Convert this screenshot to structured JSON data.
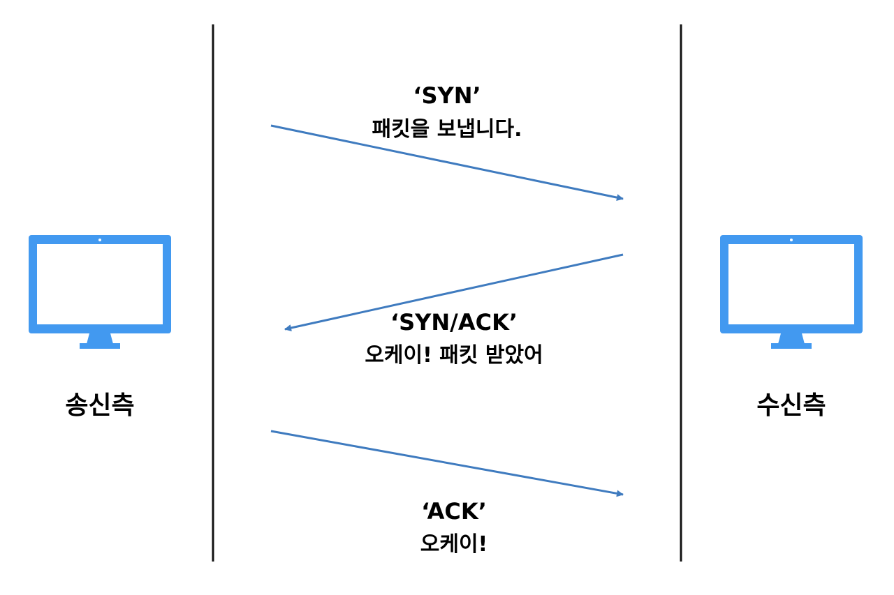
{
  "colors": {
    "arrow": "#3f7bbf",
    "computer": "#4299f0",
    "computer_screen": "#ffffff",
    "timeline": "#111111",
    "text": "#000000"
  },
  "nodes": {
    "sender": {
      "label": "송신측",
      "icon": "desktop-computer-icon"
    },
    "receiver": {
      "label": "수신측",
      "icon": "desktop-computer-icon"
    }
  },
  "messages": [
    {
      "id": "syn",
      "direction": "sender-to-receiver",
      "title": "‘SYN’",
      "description": "패킷을 보냅니다."
    },
    {
      "id": "syn-ack",
      "direction": "receiver-to-sender",
      "title": "‘SYN/ACK’",
      "description": "오케이! 패킷 받았어"
    },
    {
      "id": "ack",
      "direction": "sender-to-receiver",
      "title": "‘ACK’",
      "description": "오케이!"
    }
  ]
}
